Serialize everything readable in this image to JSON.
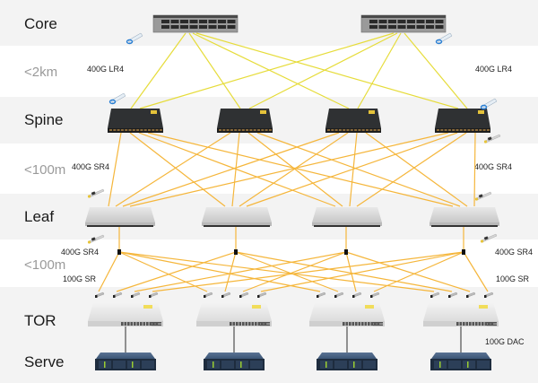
{
  "tiers": {
    "core": "Core",
    "spine": "Spine",
    "leaf": "Leaf",
    "tor": "TOR",
    "server": "Serve"
  },
  "distances": {
    "core_spine": "<2km",
    "spine_leaf": "<100m",
    "leaf_tor": "<100m"
  },
  "link_labels": {
    "core_spine_left": "400G LR4",
    "core_spine_right": "400G LR4",
    "spine_leaf_left": "400G SR4",
    "spine_leaf_right": "400G SR4",
    "leaf_tor_400g_left": "400G SR4",
    "leaf_tor_400g_right": "400G SR4",
    "leaf_tor_100g_left": "100G SR",
    "leaf_tor_100g_right": "100G SR",
    "tor_server": "100G DAC"
  },
  "colors": {
    "core_spine_link": "#e6dc3a",
    "spine_leaf_link": "#f5b63b",
    "tor_server_link": "#666666",
    "band_gray": "#f3f3f3"
  },
  "devices": {
    "core_count": 2,
    "spine_count": 4,
    "leaf_count": 4,
    "tor_count": 4,
    "server_count": 4,
    "tor_transceivers_each": 4
  }
}
